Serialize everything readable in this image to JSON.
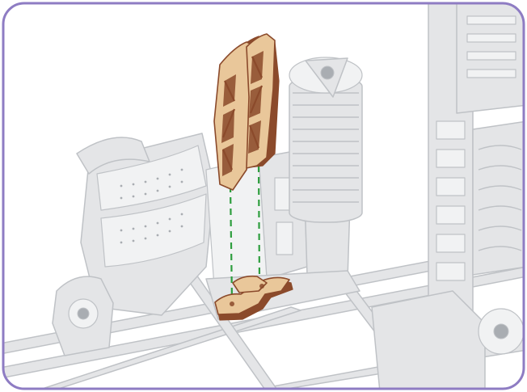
{
  "diagram": {
    "style": "isometric assembly illustration",
    "colors": {
      "border": "#8E7CC3",
      "background": "#FFFFFF",
      "gray_fill": "#E4E5E7",
      "gray_stroke": "#BFC2C6",
      "gray_dark": "#A9ADB2",
      "wood_fill": "#E9C79A",
      "wood_dark": "#8B4A2B",
      "guide_line": "#2E9E3E"
    },
    "components": [
      {
        "name": "tall-wooden-arm-piece",
        "material": "wood",
        "highlighted": true
      },
      {
        "name": "small-wooden-base-piece",
        "material": "wood",
        "highlighted": true
      },
      {
        "name": "gray-machine-frame",
        "material": "printed part",
        "highlighted": false
      }
    ],
    "guide_lines": {
      "count": 2,
      "style": "dashed"
    }
  }
}
